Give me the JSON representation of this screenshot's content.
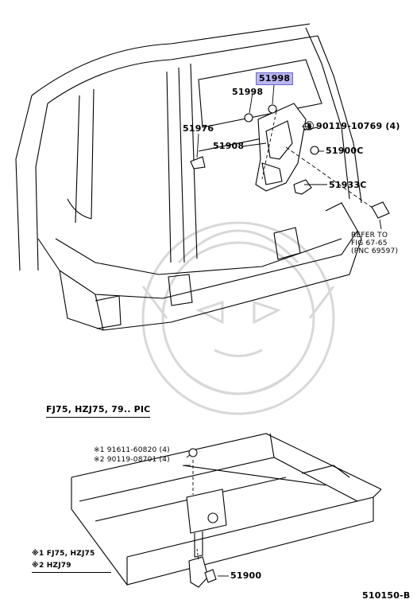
{
  "parts": {
    "p51998_highlighted": "51998",
    "p51998": "51998",
    "p51976": "51976",
    "p51908": "51908",
    "p90119_10769": "90119-10769 (4)",
    "p51900c": "51900C",
    "p51933c": "51933C",
    "p51900": "51900"
  },
  "refer": {
    "line1": "REFER TO",
    "line2": "FIG 67-65",
    "line3": "(PNC 69597)"
  },
  "section": {
    "title": "FJ75, HZJ75, 79.. PIC"
  },
  "callouts": {
    "bolt1": "※1 91611-60820 (4)",
    "bolt2": "※2 90119-08701 (4)"
  },
  "legend": {
    "row1": "※1 FJ75, HZJ75",
    "row2": "※2 HZJ79"
  },
  "figure_id": "510150-B",
  "colors": {
    "highlight_fill": "#b9b6f2",
    "watermark": "#d8d8d8"
  }
}
